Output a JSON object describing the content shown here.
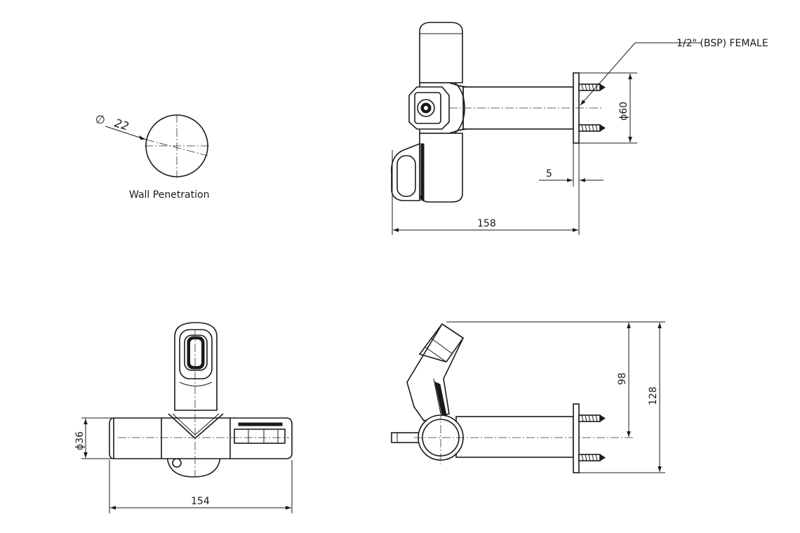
{
  "wall_penetration": {
    "label": "Wall Penetration",
    "diameter_symbol": "∅",
    "diameter_value": "22"
  },
  "side_view": {
    "thread_callout": "1/2\" (BSP) FEMALE",
    "flange_diameter": "ϕ60",
    "flange_thickness": "5",
    "overall_depth": "158"
  },
  "front_view": {
    "body_diameter": "ϕ36",
    "overall_width": "154"
  },
  "elevation_view": {
    "height_to_centre": "98",
    "overall_height": "128"
  }
}
